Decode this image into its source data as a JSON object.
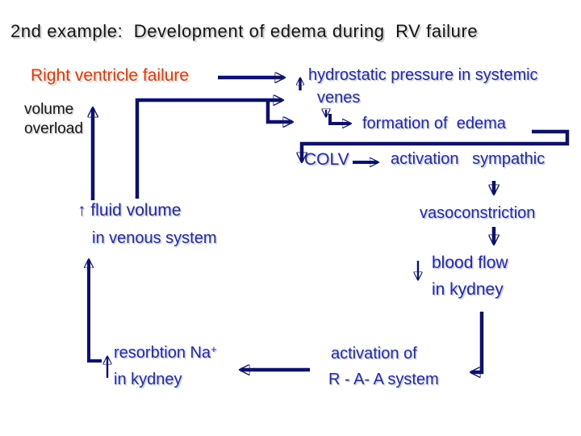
{
  "slide": {
    "title": "2nd example:  Development of edema during  RV failure",
    "nodes": {
      "rv_failure": "Right ventricle failure",
      "volume_overload": "volume\noverload",
      "hydrostatic": "hydrostatic pressure in systemic",
      "venes": "venes",
      "formation_of_edema": "formation of  edema",
      "colv": "COLV",
      "activation_sympathic": "activation   sympathic",
      "fluid_volume": "↑ fluid volume",
      "in_venous_system": "in venous system",
      "vasoconstriction": "vasoconstriction",
      "blood_flow": "blood flow",
      "in_kydney_blood": "in kydney",
      "resorbtion_na": "resorbtion Na",
      "resorbtion_sup": "+",
      "in_kydney_resorbtion": "in kydney",
      "activation_of": "activation of",
      "raa_system": "R - A- A system"
    },
    "colors": {
      "background": "#ffffff",
      "title_text": "#121212",
      "red_accent": "#d03c14",
      "navy_text": "#24289a",
      "navy_line": "#0d1168"
    },
    "connectors": [
      "right-ventricle-failure → hydrostatic-pressure",
      "fluid-volume-in-venous-system → venes",
      "venes-line branch → formation-of-edema",
      "fluid-volume → volume-overload (up)",
      "hydrostatic-pressure marker (up)",
      "venes → formation-of-edema (down-right elbow)",
      "formation-of-edema → COLV (feedback elbow down)",
      "COLV → activation-sympathic",
      "activation-sympathic → vasoconstriction (down)",
      "vasoconstriction → blood-flow (down)",
      "blood-flow marker (down)",
      "blood-flow-in-kydney → R-A-A-system (down-left elbow)",
      "R-A-A-system → resorbtion-Na (left)",
      "resorbtion-Na → in-venous-system (up elbow)",
      "resorbtion marker (up)"
    ]
  }
}
